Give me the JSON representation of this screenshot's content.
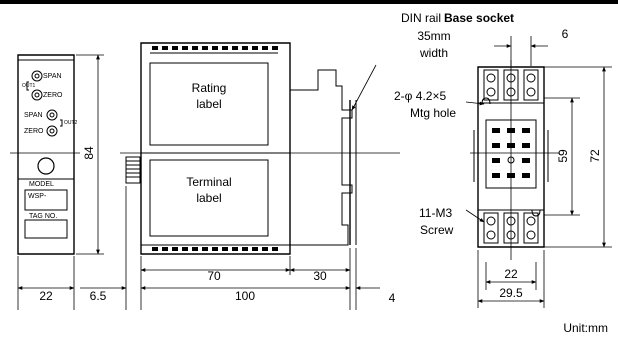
{
  "front_panel": {
    "span_label_1": "SPAN",
    "out1_label": "OUT1",
    "zero_label_1": "ZERO",
    "span_label_2": "SPAN",
    "out2_label": "OUT2",
    "zero_label_2": "ZERO",
    "model_label": "MODEL",
    "model_value": "WSP-",
    "tag_label": "TAG NO."
  },
  "side_view": {
    "rating_label_line1": "Rating",
    "rating_label_line2": "label",
    "terminal_label_line1": "Terminal",
    "terminal_label_line2": "label"
  },
  "callouts": {
    "din_rail_line1": "DIN rail",
    "din_rail_line2": "35mm",
    "din_rail_line3": "width",
    "base_socket": "Base socket",
    "mtg_hole_line1": "2-φ 4.2×5",
    "mtg_hole_line2": "Mtg hole",
    "screw_line1": "11-M3",
    "screw_line2": "Screw"
  },
  "dimensions": {
    "front_height": "84",
    "front_width": "22",
    "knob_offset": "6.5",
    "label_width": "70",
    "rail_offset": "30",
    "body_width": "100",
    "rail_depth": "4",
    "socket_pitch": "6",
    "hole_spacing": "59",
    "socket_height": "72",
    "socket_inner_width": "22",
    "socket_width": "29.5"
  },
  "unit": "Unit:mm"
}
